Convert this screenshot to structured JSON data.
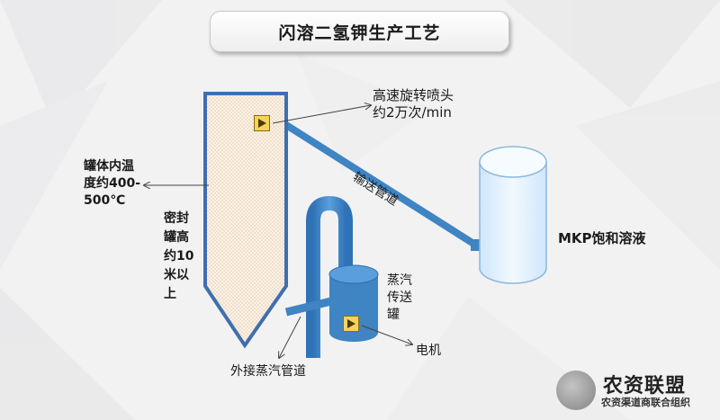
{
  "title": "闪溶二氢钾生产工艺",
  "labels": {
    "nozzle": [
      "高速旋转喷头",
      "约2万次/min"
    ],
    "tank_temp": [
      "罐体内温",
      "度约400-",
      "500℃"
    ],
    "tank_height": [
      "密封",
      "罐高",
      "约10",
      "米以",
      "上"
    ],
    "pipe": "输送管道",
    "solution": "MKP饱和溶液",
    "steam_tank": [
      "蒸汽",
      "传送",
      "罐"
    ],
    "motor": "电机",
    "steam_pipe": "外接蒸汽管道"
  },
  "logo": {
    "name": "农资联盟",
    "subtitle": "农资渠道商联合组织"
  },
  "colors": {
    "pipe": "#3f84c3",
    "tank_fill": "#fdf0e0",
    "tank_border": "#3f6fae",
    "cylinder": "#dceefc"
  }
}
